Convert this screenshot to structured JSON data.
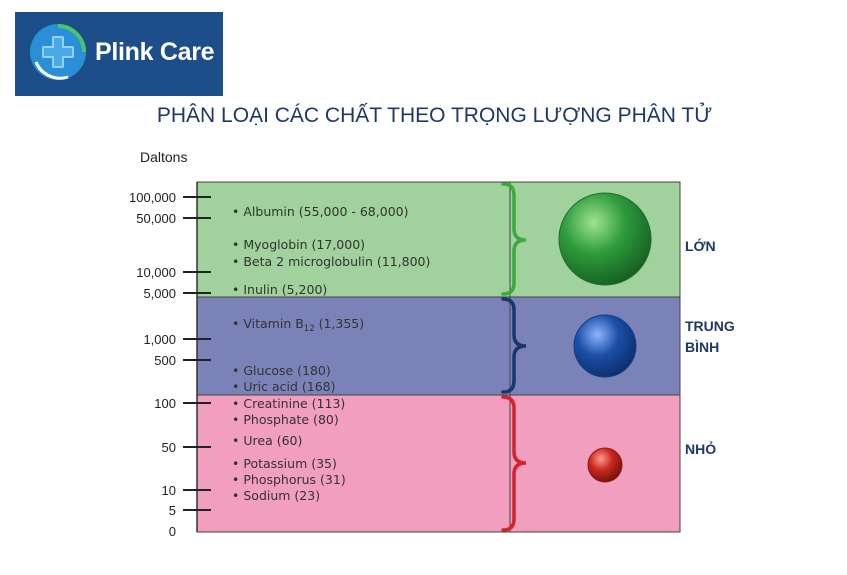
{
  "logo": {
    "text": "Plink Care"
  },
  "title": "PHÂN LOẠI CÁC CHẤT THEO TRỌNG LƯỢNG PHÂN TỬ",
  "unit_label": "Daltons",
  "axis_ticks": [
    "100,000",
    "50,000",
    "10,000",
    "5,000",
    "1,000",
    "500",
    "100",
    "50",
    "10",
    "5",
    "0"
  ],
  "groups": [
    {
      "key": "large",
      "color": "#a1d19d",
      "brace_color": "#3caa3c",
      "sphere_color": "#2e9b3c",
      "label_lines": [
        "LỚN"
      ],
      "items": [
        {
          "text": "Albumin (55,000 - 68,000)"
        },
        {
          "text": "Myoglobin (17,000)"
        },
        {
          "text": "Beta 2 microglobulin (11,800)"
        },
        {
          "text": "Inulin (5,200)"
        }
      ]
    },
    {
      "key": "medium",
      "color": "#7b82b8",
      "brace_color": "#17376e",
      "sphere_color": "#1b4fa6",
      "label_lines": [
        "TRUNG",
        "BÌNH"
      ],
      "items": [
        {
          "text": "Vitamin B",
          "sub": "12",
          "tail": " (1,355)"
        },
        {
          "text": "Glucose (180)"
        },
        {
          "text": "Uric acid (168)"
        }
      ]
    },
    {
      "key": "small",
      "color": "#f29ebf",
      "brace_color": "#d4232f",
      "sphere_color": "#c8281e",
      "label_lines": [
        "NHỎ"
      ],
      "items": [
        {
          "text": "Creatinine (113)"
        },
        {
          "text": "Phosphate (80)"
        },
        {
          "text": "Urea (60)"
        },
        {
          "text": "Potassium (35)"
        },
        {
          "text": "Phosphorus (31)"
        },
        {
          "text": "Sodium (23)"
        }
      ]
    }
  ]
}
